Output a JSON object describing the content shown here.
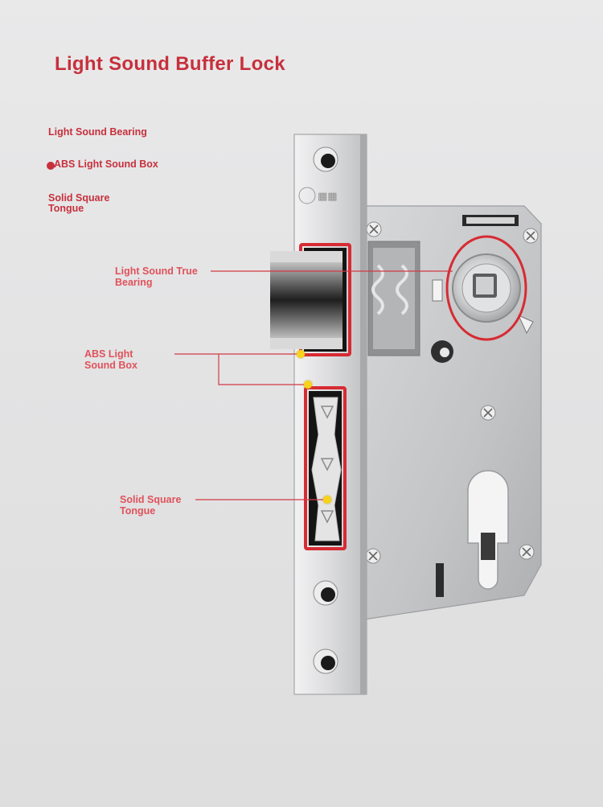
{
  "title": "Light Sound Buffer Lock",
  "side_labels": [
    "Light Sound Bearing",
    "ABS Light Sound Box",
    "Solid Square\nTongue"
  ],
  "callouts": {
    "bearing": "Light Sound True\nBearing",
    "box": "ABS Light\nSound Box",
    "tongue": "Solid Square\nTongue"
  },
  "colors": {
    "accent": "#c7303c",
    "callout_line": "#d23a44",
    "marker": "#f7d31c",
    "metal": "#c9cacc"
  }
}
